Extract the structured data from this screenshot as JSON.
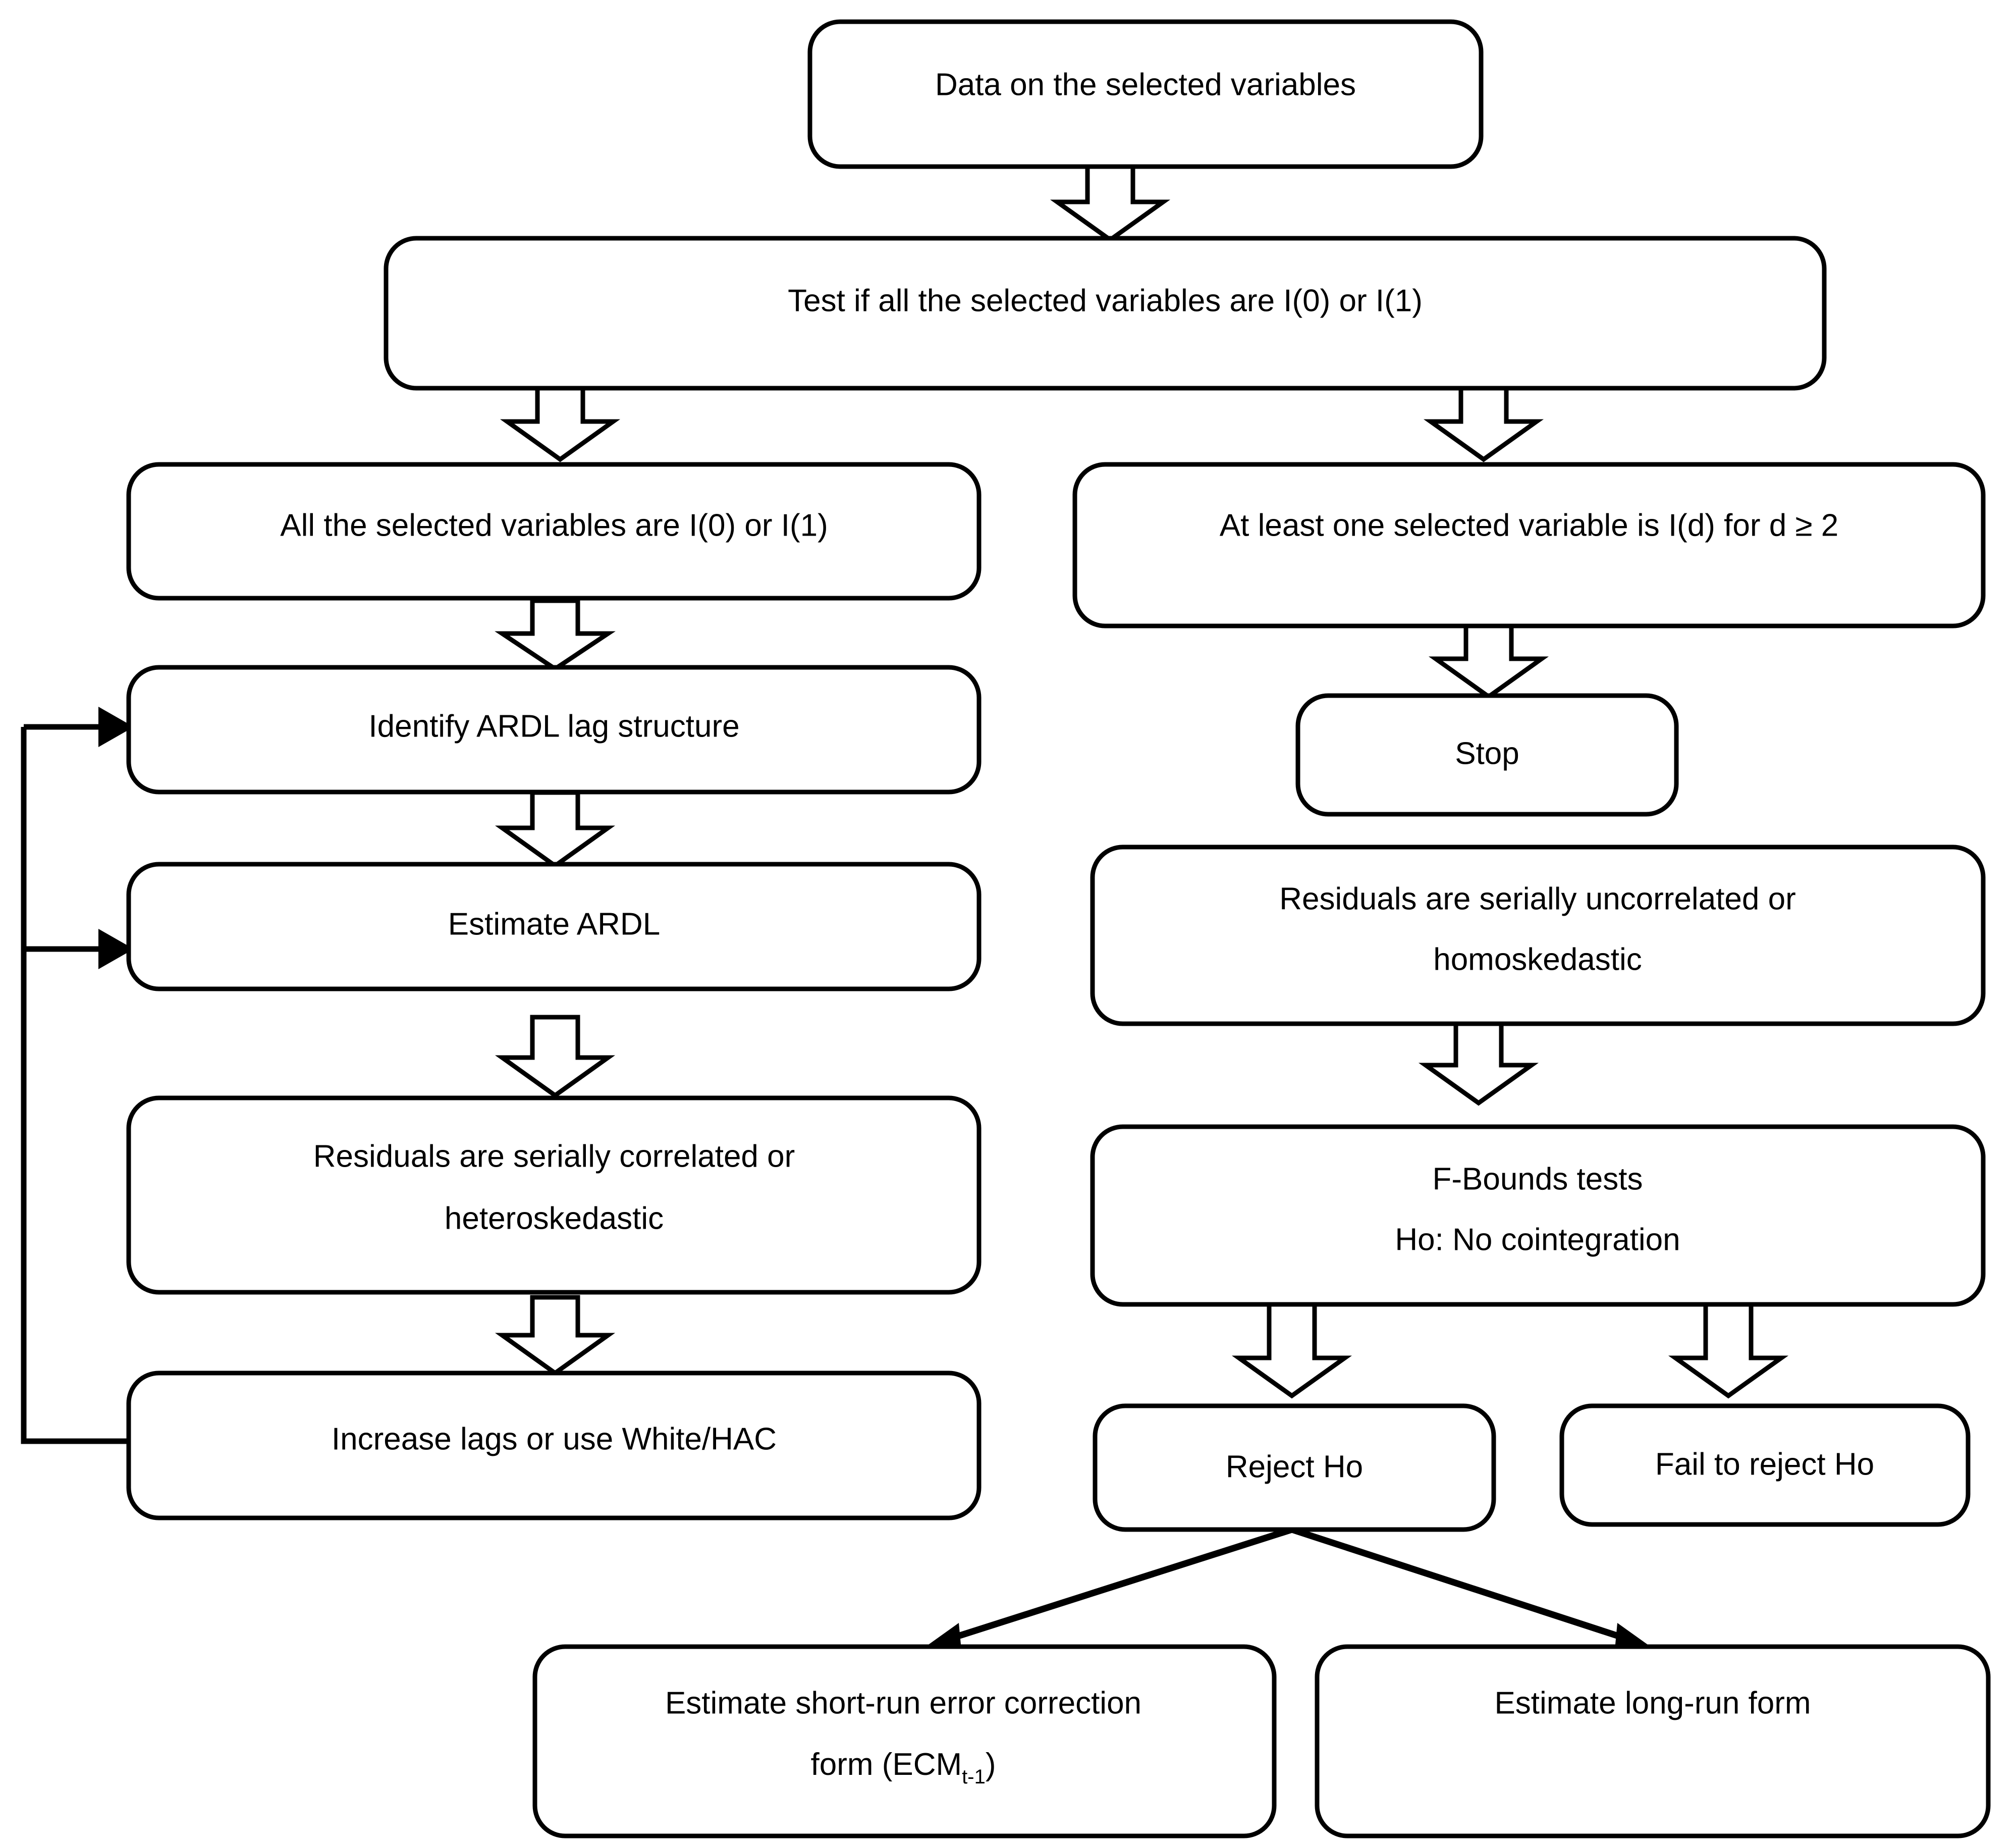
{
  "diagram": {
    "title": "ARDL bounds testing procedure flowchart",
    "colors": {
      "stroke": "#000000",
      "fill": "#ffffff",
      "text": "#000000"
    },
    "nodes": {
      "data_source": {
        "label": "Data on the selected variables"
      },
      "test_order": {
        "label": "Test if all the selected variables are I(0) or I(1)"
      },
      "all_i0_i1": {
        "label": "All the selected variables are I(0) or I(1)"
      },
      "at_least_one_id": {
        "label": "At least one selected variable is I(d) for d ≥ 2"
      },
      "identify_lag": {
        "label": "Identify ARDL lag structure"
      },
      "stop": {
        "label": "Stop"
      },
      "estimate_ardl": {
        "label": "Estimate ARDL"
      },
      "residuals_uncorrelated": {
        "line1": "Residuals are serially uncorrelated or",
        "line2": "homoskedastic"
      },
      "residuals_correlated": {
        "line1": "Residuals are serially correlated or",
        "line2": "heteroskedastic"
      },
      "fbounds": {
        "line1": "F-Bounds tests",
        "line2": "Ho: No cointegration"
      },
      "increase_lags": {
        "label": "Increase lags or use White/HAC"
      },
      "reject_ho": {
        "label": "Reject Ho"
      },
      "fail_reject_ho": {
        "label": "Fail to reject Ho"
      },
      "estimate_ecm": {
        "line1": "Estimate short-run error correction",
        "line2_pre": "form (ECM",
        "line2_sub": "t-1",
        "line2_post": ")"
      },
      "estimate_long_run": {
        "label": "Estimate long-run form"
      }
    }
  }
}
